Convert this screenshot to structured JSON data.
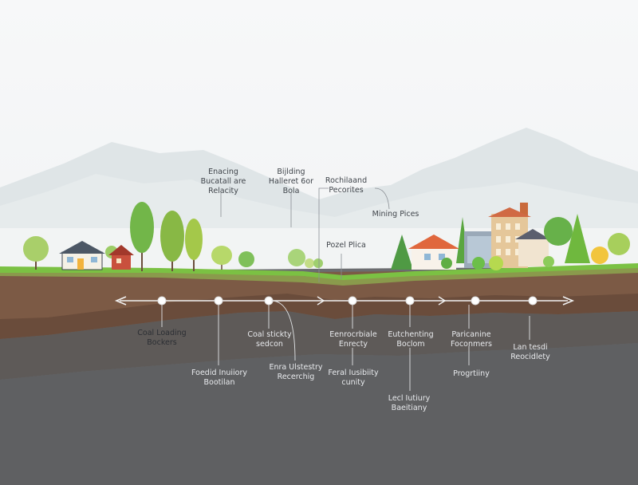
{
  "upper_labels": [
    {
      "id": "u1",
      "lines": [
        "Enacing",
        "Bucatall are",
        "Relacity"
      ]
    },
    {
      "id": "u2",
      "lines": [
        "Bijlding",
        "Halleret 6or",
        "Bola"
      ]
    },
    {
      "id": "u3",
      "lines": [
        "Rochilaand",
        "Pecorites"
      ]
    },
    {
      "id": "u4",
      "lines": [
        "Mining Pices"
      ]
    },
    {
      "id": "u5",
      "lines": [
        "Pozel Plica"
      ]
    }
  ],
  "lower_labels": [
    {
      "id": "l1",
      "lines": [
        "Coal Loading",
        "Bockers"
      ]
    },
    {
      "id": "l2",
      "lines": [
        "Foedid Inuiiory",
        "Bootilan"
      ]
    },
    {
      "id": "l3",
      "lines": [
        "Coal stickty",
        "sedcon"
      ]
    },
    {
      "id": "l4",
      "lines": [
        "Enra Ulstestry",
        "Recerchig"
      ]
    },
    {
      "id": "l5",
      "lines": [
        "Eenrocrbiale",
        "Enrecty"
      ]
    },
    {
      "id": "l6",
      "lines": [
        "Feral Iusibiity",
        "cunity"
      ]
    },
    {
      "id": "l7",
      "lines": [
        "Eutchenting",
        "Boclom"
      ]
    },
    {
      "id": "l8",
      "lines": [
        "Lecl Iutiury",
        "Baeitiany"
      ]
    },
    {
      "id": "l9",
      "lines": [
        "Paricanine",
        "Foconmers"
      ]
    },
    {
      "id": "l10",
      "lines": [
        "Progrtiiny"
      ]
    },
    {
      "id": "l11",
      "lines": [
        "Lan tesdi",
        "Reocidlety"
      ]
    }
  ]
}
